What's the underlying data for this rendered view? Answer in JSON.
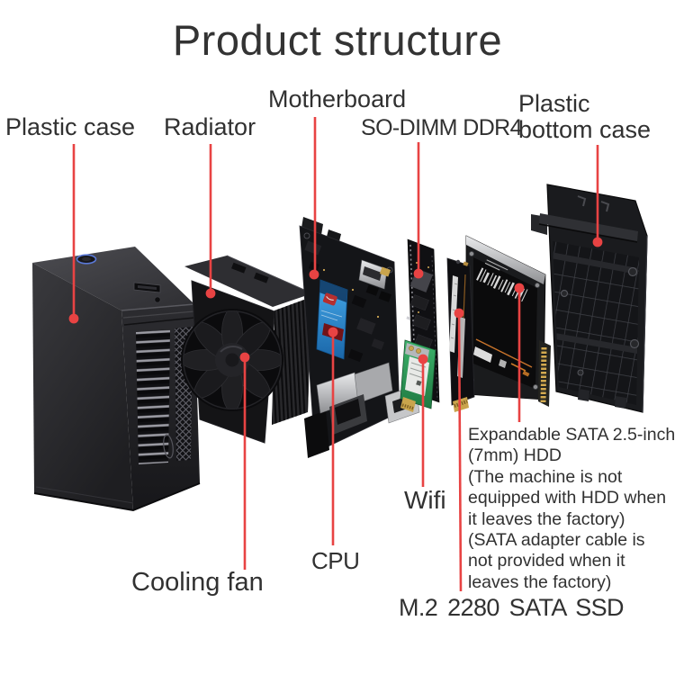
{
  "title": "Product structure",
  "colors": {
    "accent_red": "#e84343",
    "text": "#303030",
    "background": "#ffffff",
    "cpu_sticker_blue": "#2f8fd4",
    "wifi_green": "#2f9e5b"
  },
  "callouts": {
    "plastic_case": "Plastic case",
    "radiator": "Radiator",
    "motherboard": "Motherboard",
    "so_dimm_ddr4": "SO-DIMM DDR4",
    "plastic_bottom_case": "Plastic\nbottom case",
    "wifi": "Wifi",
    "cpu": "CPU",
    "cooling_fan": "Cooling fan",
    "m2_ssd": "M.2 2280 SATA SSD",
    "hdd_note": "Expandable SATA 2.5-inch\n(7mm) HDD\n(The machine is not\nequipped with HDD when\nit leaves the factory)\n(SATA adapter cable is\nnot provided when it\nleaves the factory)"
  }
}
